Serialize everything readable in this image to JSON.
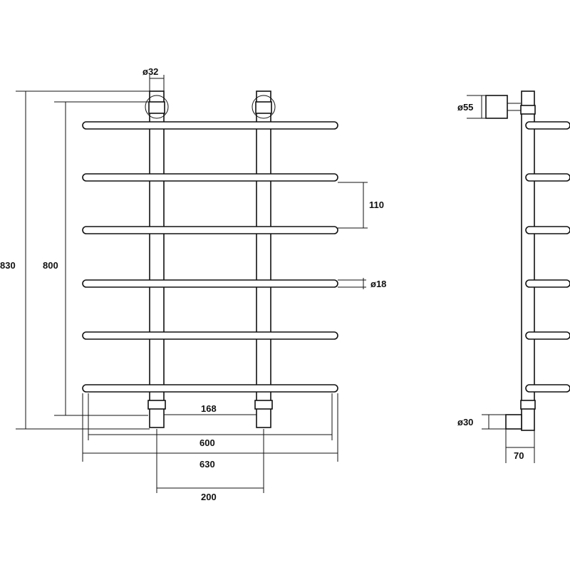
{
  "dimensions": {
    "total_height": "830",
    "rail_height": "800",
    "bar_spacing": "110",
    "bar_diameter": "ø18",
    "rail_diameter": "ø32",
    "inner_span": "168",
    "bar_length": "600",
    "total_width": "630",
    "center_distance": "200",
    "flange_diameter": "ø55",
    "connection_diameter": "ø30",
    "wall_offset": "70"
  },
  "colors": {
    "line": "#111111",
    "background": "#ffffff"
  }
}
